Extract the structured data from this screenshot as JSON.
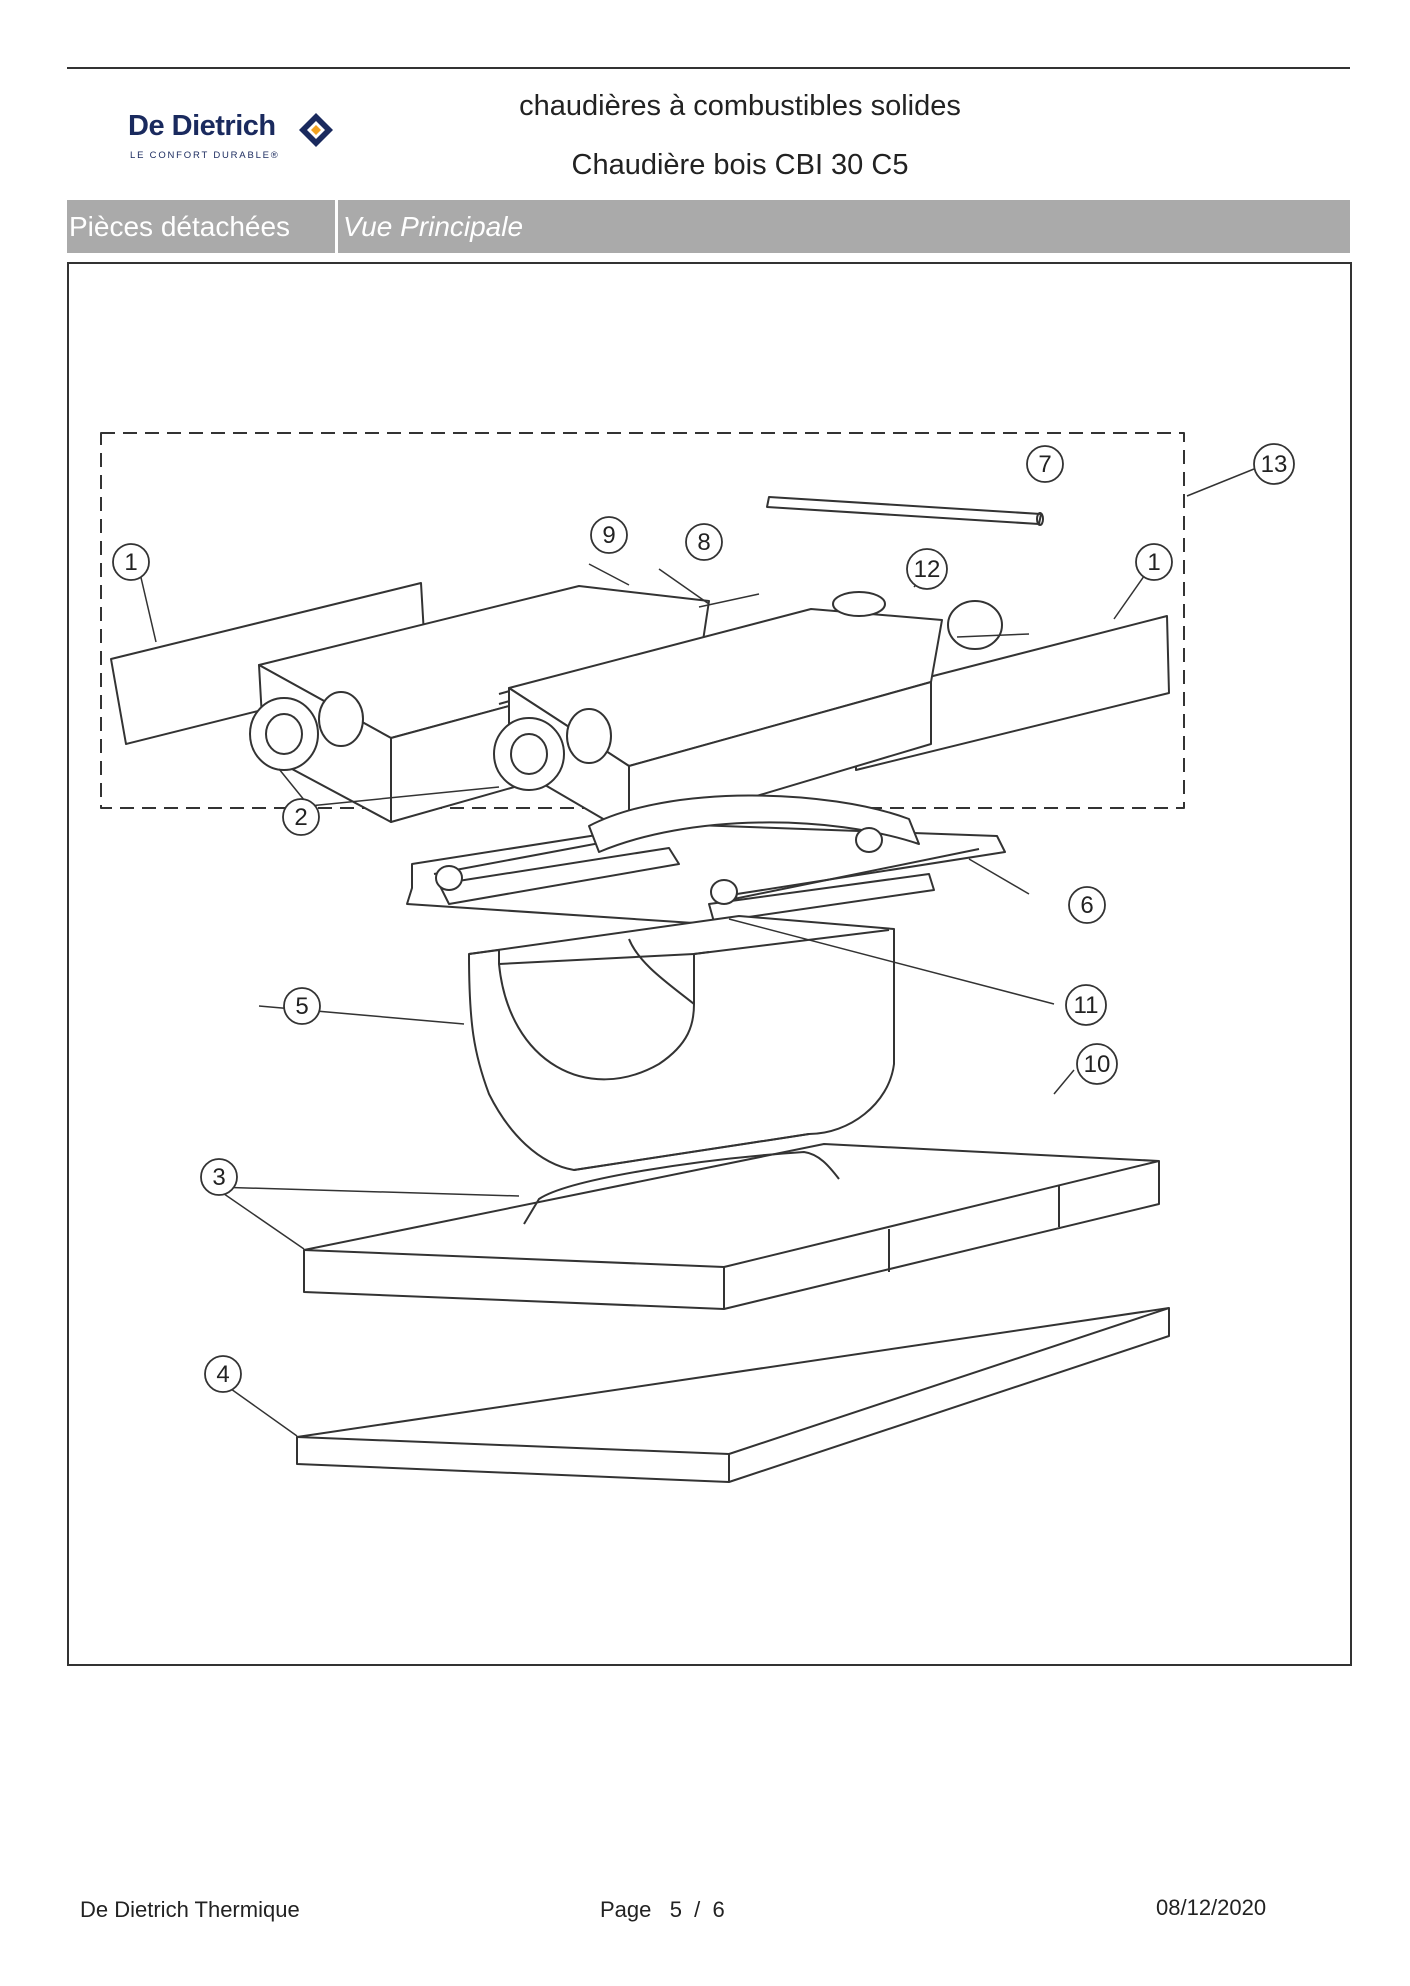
{
  "header": {
    "brand": "De Dietrich",
    "brand_tagline": "LE CONFORT DURABLE®",
    "title_line1": "chaudières à combustibles solides",
    "title_line2": "Chaudière bois CBI 30 C5"
  },
  "section_bar": {
    "category": "Pièces détachées",
    "view": "Vue Principale"
  },
  "diagram": {
    "callouts": [
      "1",
      "1",
      "2",
      "3",
      "4",
      "5",
      "6",
      "7",
      "8",
      "9",
      "10",
      "11",
      "12",
      "13"
    ]
  },
  "footer": {
    "company": "De Dietrich Thermique",
    "page": "Page   5  /  6",
    "date": "08/12/2020"
  },
  "colors": {
    "bar": "#aaaaaa",
    "brand": "#1a2a5e",
    "logo_accent": "#f0a020"
  }
}
